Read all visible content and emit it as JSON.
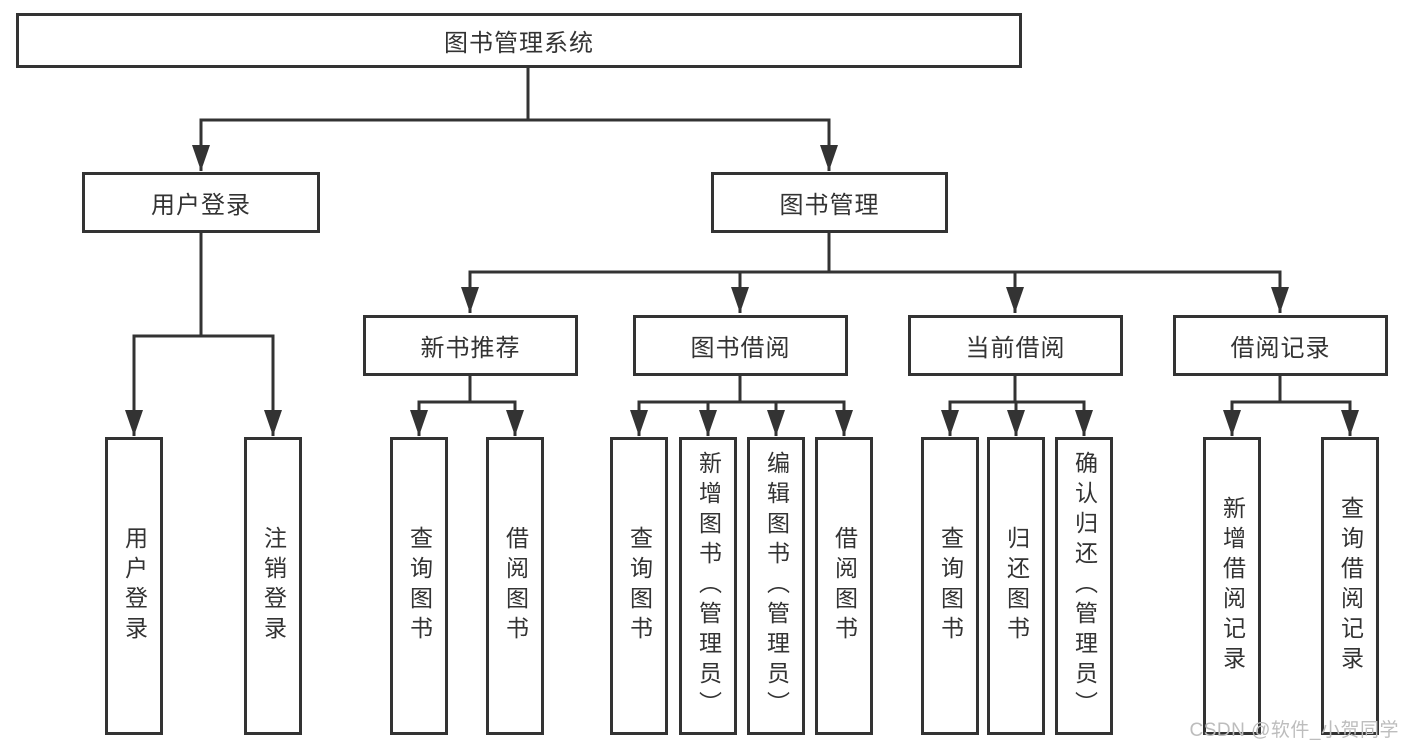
{
  "colors": {
    "line": "#333333",
    "text": "#333333",
    "background": "#ffffff",
    "watermark": "#bdbdbd"
  },
  "watermark": "CSDN @软件_小贺同学",
  "tree": {
    "label": "图书管理系统",
    "children": [
      {
        "label": "用户登录",
        "children": [
          {
            "label": "用户登录"
          },
          {
            "label": "注销登录"
          }
        ]
      },
      {
        "label": "图书管理",
        "children": [
          {
            "label": "新书推荐",
            "children": [
              {
                "label": "查询图书"
              },
              {
                "label": "借阅图书"
              }
            ]
          },
          {
            "label": "图书借阅",
            "children": [
              {
                "label": "查询图书"
              },
              {
                "label": "新增图书（管理员）"
              },
              {
                "label": "编辑图书（管理员）"
              },
              {
                "label": "借阅图书"
              }
            ]
          },
          {
            "label": "当前借阅",
            "children": [
              {
                "label": "查询图书"
              },
              {
                "label": "归还图书"
              },
              {
                "label": "确认归还（管理员）"
              }
            ]
          },
          {
            "label": "借阅记录",
            "children": [
              {
                "label": "新增借阅记录"
              },
              {
                "label": "查询借阅记录"
              }
            ]
          }
        ]
      }
    ]
  }
}
